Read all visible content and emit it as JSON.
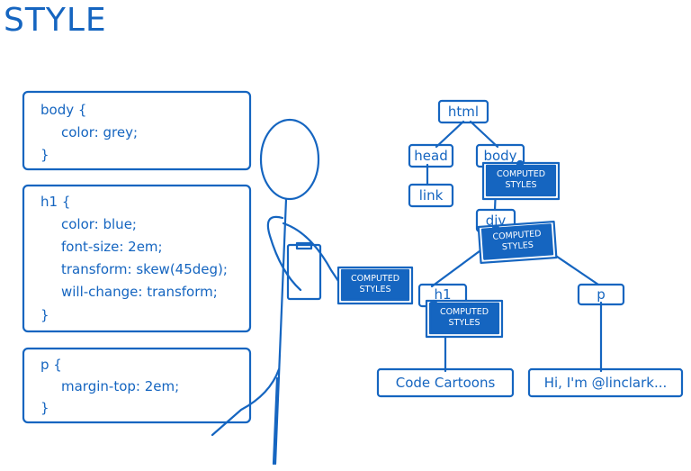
{
  "title": "STYLE",
  "css_rules": [
    {
      "lines": [
        "body {",
        "color: grey;",
        "}"
      ]
    },
    {
      "lines": [
        "h1 {",
        "color: blue;",
        "font-size: 2em;",
        "transform: skew(45deg);",
        "will-change: transform;",
        "}"
      ]
    },
    {
      "lines": [
        "p {",
        "margin-top: 2em;",
        "}"
      ]
    }
  ],
  "tree": {
    "html": "html",
    "head": "head",
    "body": "body",
    "link": "link",
    "div": "div",
    "h1": "h1",
    "p": "p",
    "h1_text": "Code Cartoons",
    "p_text": "Hi, I'm @linclark..."
  },
  "computed_styles": {
    "line1": "COMPUTED",
    "line2": "STYLES"
  },
  "colors": {
    "ink": "#1565c0",
    "card": "#1565c0"
  }
}
